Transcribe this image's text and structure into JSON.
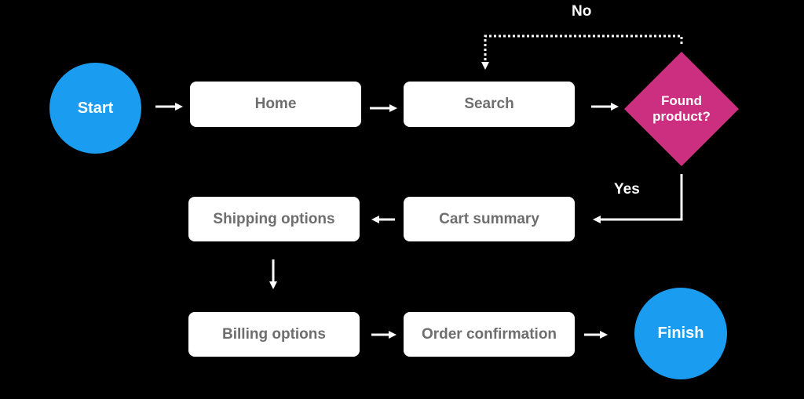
{
  "colors": {
    "background": "#000000",
    "terminal_fill": "#1a9cf0",
    "decision_fill": "#cc2f7f",
    "process_fill": "#ffffff",
    "process_text": "#6e6e6e",
    "connector": "#ffffff"
  },
  "nodes": {
    "start": {
      "label": "Start",
      "shape": "circle"
    },
    "home": {
      "label": "Home",
      "shape": "rounded-rectangle"
    },
    "search": {
      "label": "Search",
      "shape": "rounded-rectangle"
    },
    "decision": {
      "line1": "Found",
      "line2": "product?",
      "shape": "diamond"
    },
    "cart_summary": {
      "label": "Cart summary",
      "shape": "rounded-rectangle"
    },
    "shipping_options": {
      "label": "Shipping options",
      "shape": "rounded-rectangle"
    },
    "billing_options": {
      "label": "Billing options",
      "shape": "rounded-rectangle"
    },
    "order_confirmation": {
      "label": "Order confirmation",
      "shape": "rounded-rectangle"
    },
    "finish": {
      "label": "Finish",
      "shape": "circle"
    }
  },
  "edges": [
    {
      "from": "start",
      "to": "home",
      "label": "",
      "style": "solid"
    },
    {
      "from": "home",
      "to": "search",
      "label": "",
      "style": "solid"
    },
    {
      "from": "search",
      "to": "decision",
      "label": "",
      "style": "solid"
    },
    {
      "from": "decision",
      "to": "search",
      "label": "No",
      "style": "dotted"
    },
    {
      "from": "decision",
      "to": "cart_summary",
      "label": "Yes",
      "style": "solid"
    },
    {
      "from": "cart_summary",
      "to": "shipping_options",
      "label": "",
      "style": "solid"
    },
    {
      "from": "shipping_options",
      "to": "billing_options",
      "label": "",
      "style": "solid"
    },
    {
      "from": "billing_options",
      "to": "order_confirmation",
      "label": "",
      "style": "solid"
    },
    {
      "from": "order_confirmation",
      "to": "finish",
      "label": "",
      "style": "solid"
    }
  ],
  "edge_labels": {
    "no": "No",
    "yes": "Yes"
  }
}
